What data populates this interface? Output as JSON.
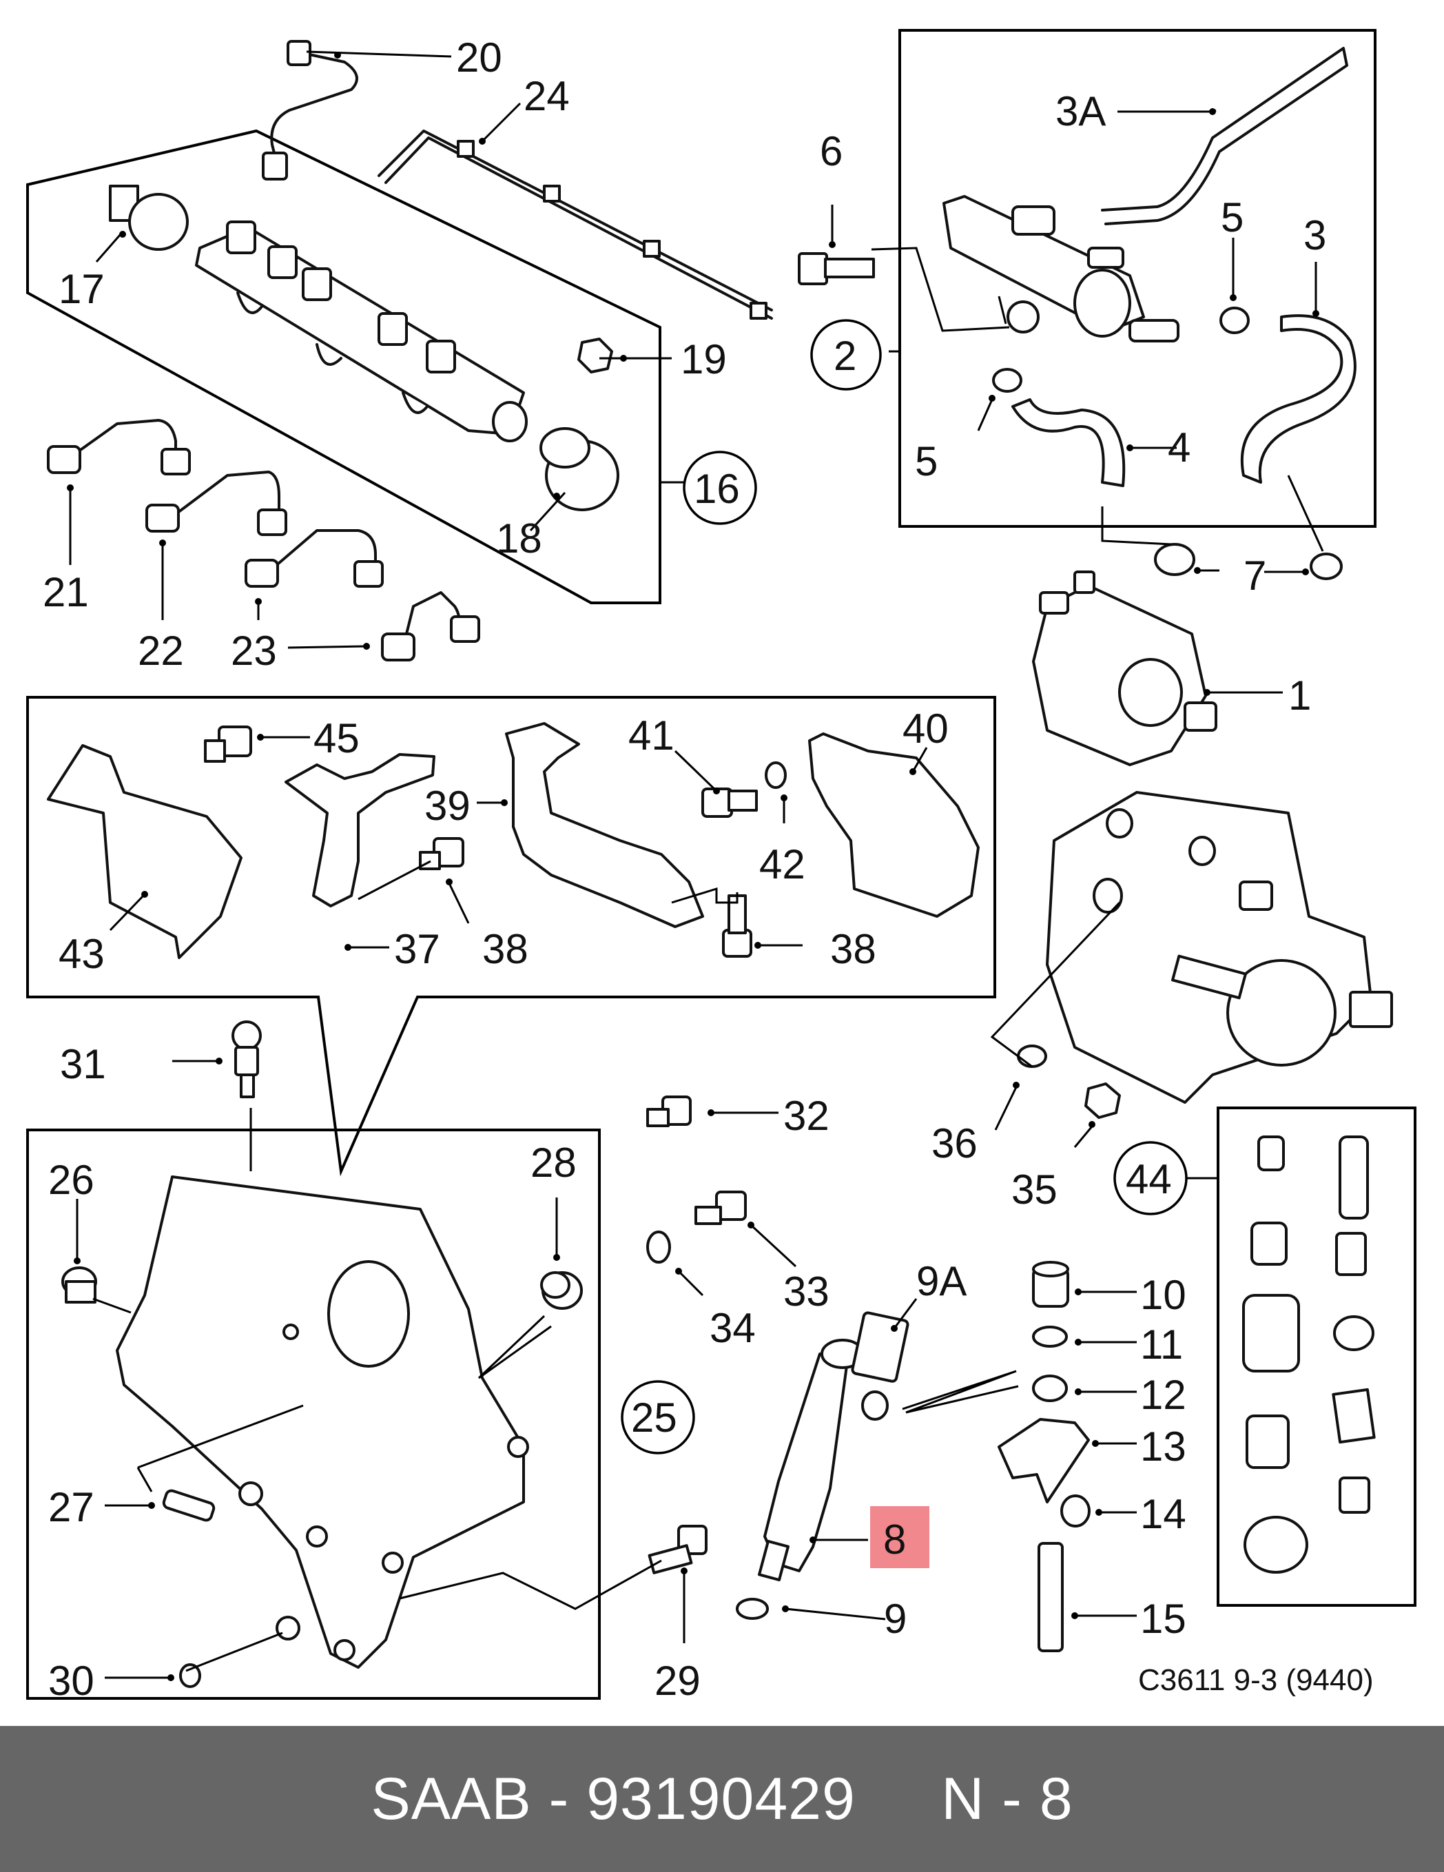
{
  "footer": {
    "brand": "SAAB",
    "part_number": "93190429",
    "position": "N - 8",
    "text": "SAAB - 93190429     N - 8"
  },
  "diagram_code": "C3611 9-3 (9440)",
  "highlight_color": "#f0888d",
  "labels": {
    "l1": "1",
    "l2": "2",
    "l3": "3",
    "l3a": "3A",
    "l4": "4",
    "l5a": "5",
    "l5b": "5",
    "l6": "6",
    "l7": "7",
    "l8": "8",
    "l9": "9",
    "l9a": "9A",
    "l10": "10",
    "l11": "11",
    "l12": "12",
    "l13": "13",
    "l14": "14",
    "l15": "15",
    "l16": "16",
    "l17": "17",
    "l18": "18",
    "l19": "19",
    "l20": "20",
    "l21": "21",
    "l22": "22",
    "l23": "23",
    "l24": "24",
    "l25": "25",
    "l26": "26",
    "l27": "27",
    "l28": "28",
    "l29": "29",
    "l30": "30",
    "l31": "31",
    "l32": "32",
    "l33": "33",
    "l34": "34",
    "l35": "35",
    "l36": "36",
    "l37": "37",
    "l38a": "38",
    "l38b": "38",
    "l39": "39",
    "l40": "40",
    "l41": "41",
    "l42": "42",
    "l43": "43",
    "l44": "44",
    "l45": "45"
  }
}
